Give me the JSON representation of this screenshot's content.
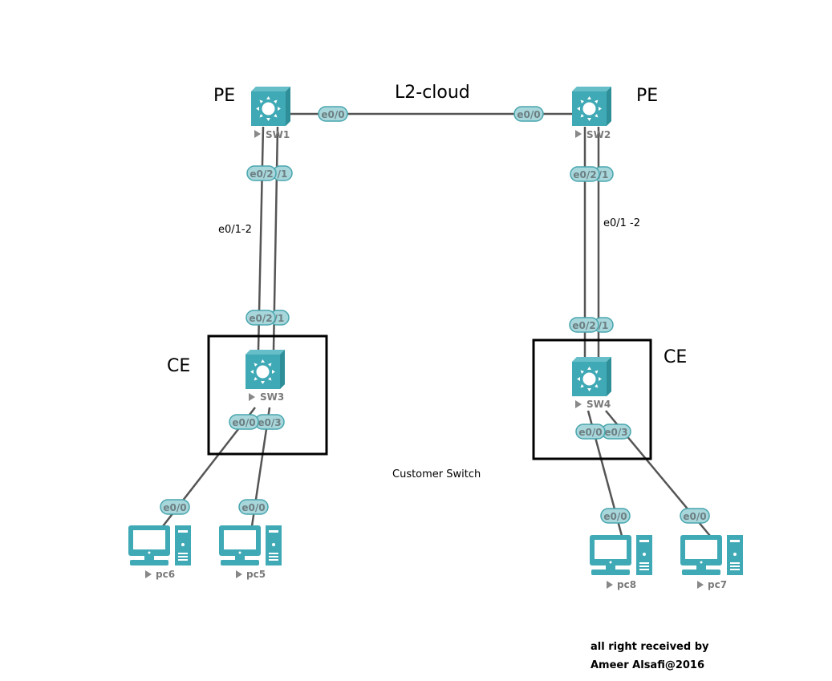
{
  "labels": {
    "pe_left": "PE",
    "pe_right": "PE",
    "cloud": "L2-cloud",
    "left_trunk": "e0/1-2",
    "right_trunk": "e0/1 -2",
    "ce_left": "CE",
    "ce_right": "CE",
    "customer_switch": "Customer Switch",
    "footer_line1": "all right received by",
    "footer_line2": "Ameer Alsafi@2016"
  },
  "nodes": {
    "sw1": {
      "label": "SW1",
      "type": "switch"
    },
    "sw2": {
      "label": "SW2",
      "type": "switch"
    },
    "sw3": {
      "label": "SW3",
      "type": "switch"
    },
    "sw4": {
      "label": "SW4",
      "type": "switch"
    },
    "pc6": {
      "label": "pc6",
      "type": "pc"
    },
    "pc5": {
      "label": "pc5",
      "type": "pc"
    },
    "pc8": {
      "label": "pc8",
      "type": "pc"
    },
    "pc7": {
      "label": "pc7",
      "type": "pc"
    }
  },
  "ports": {
    "sw1_sw2_a": "e0/0",
    "sw1_sw2_b": "e0/0",
    "sw1_down_a": "e0/2",
    "sw1_down_b": "/1",
    "sw3_up_a": "e0/2",
    "sw3_up_b": "/1",
    "sw2_down_a": "e0/2",
    "sw2_down_b": "/1",
    "sw4_up_a": "e0/2",
    "sw4_up_b": "/1",
    "sw3_pc6": "e0/0",
    "sw3_pc5": "e0/3",
    "pc6_port": "e0/0",
    "pc5_port": "e0/0",
    "sw4_pc8": "e0/0",
    "sw4_pc7": "e0/3",
    "pc8_port": "e0/0",
    "pc7_port": "e0/0"
  },
  "colors": {
    "device": "#3fa9b5",
    "port_fill": "#a7d6db",
    "link": "#555555"
  }
}
